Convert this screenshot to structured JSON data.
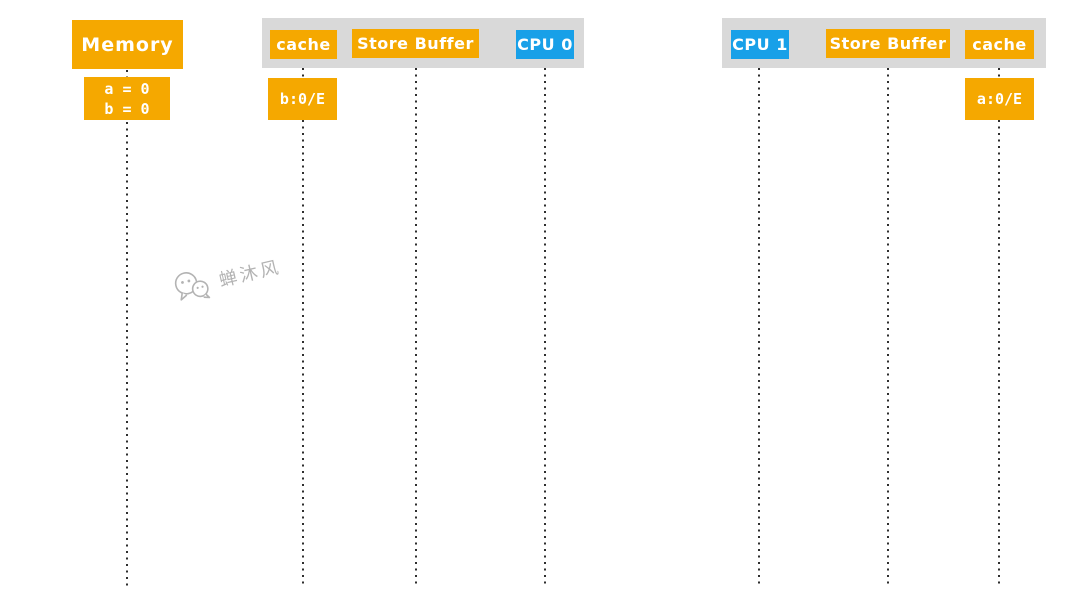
{
  "memory": {
    "label": "Memory",
    "values": [
      "a = 0",
      "b = 0"
    ]
  },
  "cpu0_group": {
    "cache": {
      "label": "cache",
      "value": "b:0/E"
    },
    "store_buffer": {
      "label": "Store Buffer"
    },
    "cpu": {
      "label": "CPU 0"
    }
  },
  "cpu1_group": {
    "cpu": {
      "label": "CPU 1"
    },
    "store_buffer": {
      "label": "Store Buffer"
    },
    "cache": {
      "label": "cache",
      "value": "a:0/E"
    }
  },
  "watermark": {
    "text": "蝉沐风",
    "icon": "wechat-icon"
  },
  "colors": {
    "orange": "#F5A800",
    "blue": "#18A0E8",
    "group_bar_gray": "#D9D9D9",
    "lifeline": "#2E2E2E",
    "watermark_gray": "#B3B3B3",
    "label_text": "#FFFFFF"
  }
}
